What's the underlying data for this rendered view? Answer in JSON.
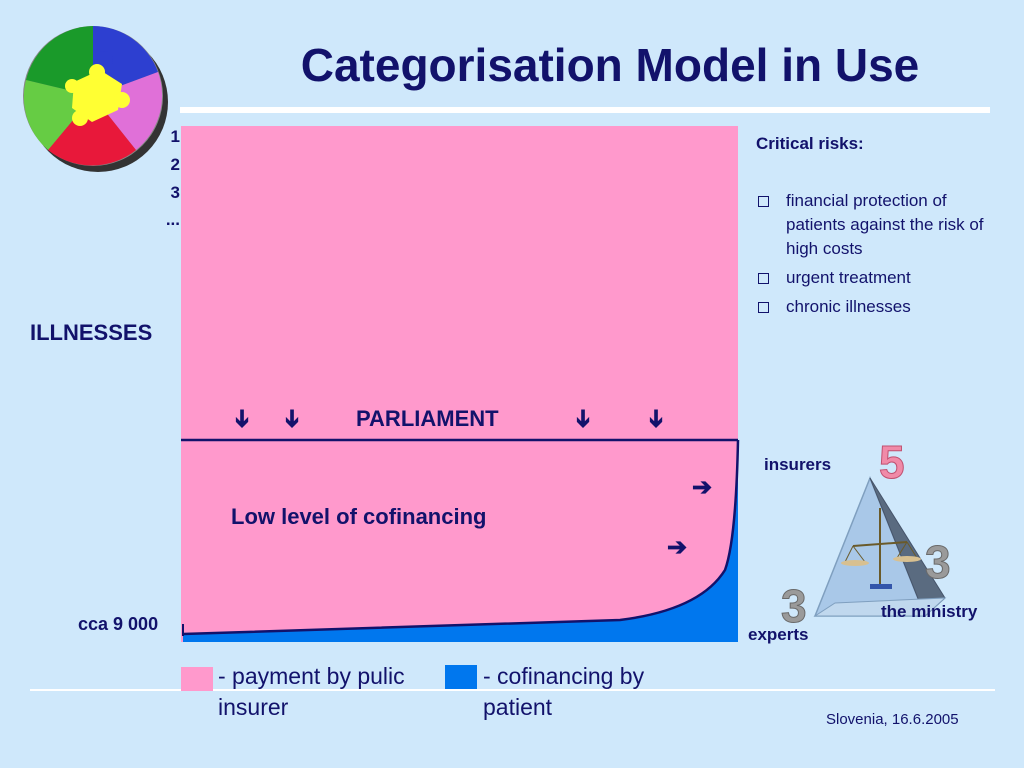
{
  "title": "Categorisation Model in Use",
  "chart": {
    "y_ticks": [
      "1",
      "2",
      "3",
      "..."
    ],
    "y_axis_label": "ILLNESSES",
    "bottom_tick": "cca 9 000",
    "upper_region_label": "PARLIAMENT",
    "lower_region_label": "Low level of cofinancing",
    "colors": {
      "payment": "#ff99cc",
      "cofinancing": "#0077ee",
      "line": "#12126b"
    }
  },
  "icons": {
    "down_arrow": "➔",
    "right_arrow": "➔"
  },
  "critical_risks": {
    "title": "Critical risks:",
    "items": [
      "financial protection of patients against the risk of high costs",
      "urgent treatment",
      "chronic illnesses"
    ]
  },
  "triangle": {
    "insurers": "insurers",
    "ministry": "the ministry",
    "experts": "experts",
    "digits": [
      "5",
      "3",
      "3"
    ]
  },
  "legend": {
    "payment": "- payment by pulic insurer",
    "cofinancing": "- cofinancing by patient"
  },
  "footer": "Slovenia, 16.6.2005"
}
